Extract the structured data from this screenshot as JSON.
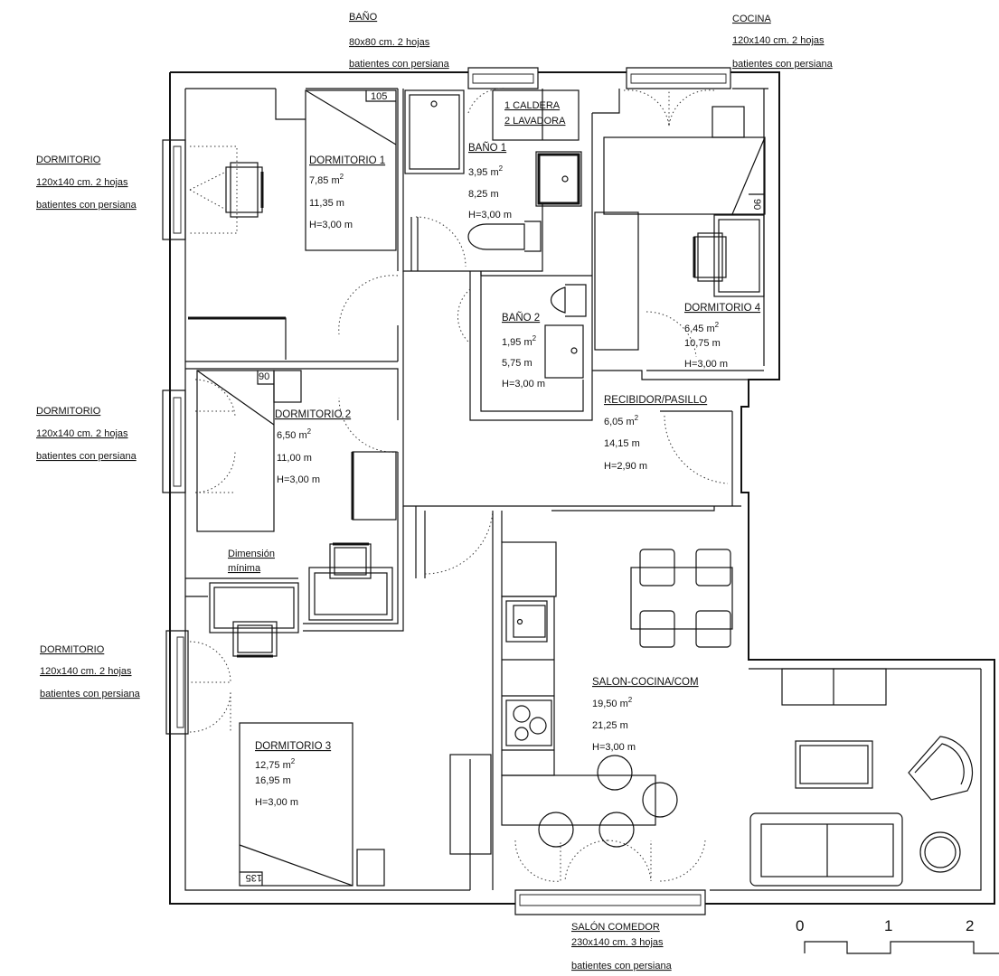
{
  "windows": {
    "bano": {
      "title": "BAÑO",
      "line1": "80x80 cm. 2 hojas",
      "line2": "batientes con persiana"
    },
    "cocina": {
      "title": "COCINA",
      "line1": "120x140 cm. 2 hojas",
      "line2": "batientes con persiana"
    },
    "dorm_top": {
      "title": "DORMITORIO",
      "line1": "120x140 cm. 2 hojas",
      "line2": "batientes con persiana"
    },
    "dorm_mid": {
      "title": "DORMITORIO",
      "line1": "120x140 cm. 2 hojas",
      "line2": "batientes con persiana"
    },
    "dorm_bot": {
      "title": "DORMITORIO",
      "line1": "120x140 cm. 2 hojas",
      "line2": "batientes con persiana"
    },
    "salon": {
      "title": "SALÓN COMEDOR",
      "line1": "230x140 cm. 3 hojas",
      "line2": "batientes con persiana"
    }
  },
  "rooms": {
    "dorm1": {
      "name": "DORMITORIO 1",
      "area": "7,85 m",
      "perimeter": "11,35 m",
      "height": "H=3,00 m"
    },
    "dorm2": {
      "name": "DORMITORIO 2",
      "area": "6,50 m",
      "perimeter": "11,00 m",
      "height": "H=3,00 m"
    },
    "dorm3": {
      "name": "DORMITORIO 3",
      "area": "12,75 m",
      "perimeter": "16,95 m",
      "height": "H=3,00 m"
    },
    "dorm4": {
      "name": "DORMITORIO 4",
      "area": "6,45 m",
      "perimeter": "10,75 m",
      "height": "H=3,00 m"
    },
    "bano1": {
      "name": "BAÑO 1",
      "area": "3,95 m",
      "perimeter": "8,25 m",
      "height": "H=3,00 m"
    },
    "bano2": {
      "name": "BAÑO 2",
      "area": "1,95 m",
      "perimeter": "5,75 m",
      "height": "H=3,00 m"
    },
    "recibidor": {
      "name": "RECIBIDOR/PASILLO",
      "area": "6,05 m",
      "perimeter": "14,15 m",
      "height": "H=2,90 m"
    },
    "salon": {
      "name": "SALON-COCINA/COM",
      "area": "19,50 m",
      "perimeter": "21,25 m",
      "height": "H=3,00 m"
    }
  },
  "superscript": "2",
  "annotations": {
    "caldera": "1 CALDERA",
    "lavadora": "2 LAVADORA",
    "dim_line1": "Dimensión",
    "dim_line2": "mínima"
  },
  "bed_widths": {
    "b105": "105",
    "b90_left": "90",
    "b90_right": "90",
    "b135": "135"
  },
  "scale": {
    "labels": [
      "0",
      "1",
      "2"
    ]
  }
}
